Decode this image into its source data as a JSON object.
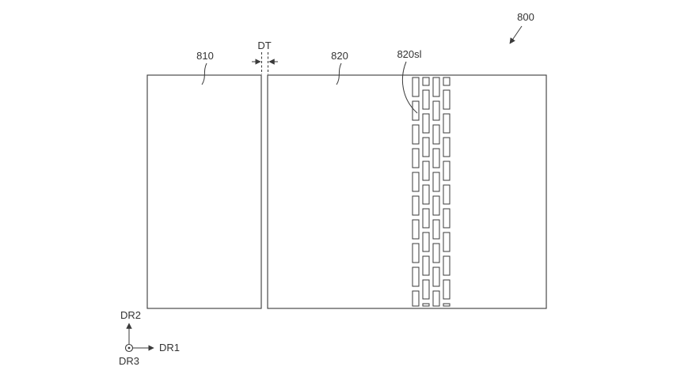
{
  "figure": {
    "reference": "800",
    "left_panel_label": "810",
    "gap_label": "DT",
    "right_panel_label": "820",
    "slit_label": "820sl",
    "axis_up_label": "DR2",
    "axis_right_label": "DR1",
    "axis_out_label": "DR3"
  },
  "colors": {
    "line": "#3a3a3a",
    "background": "#ffffff"
  }
}
